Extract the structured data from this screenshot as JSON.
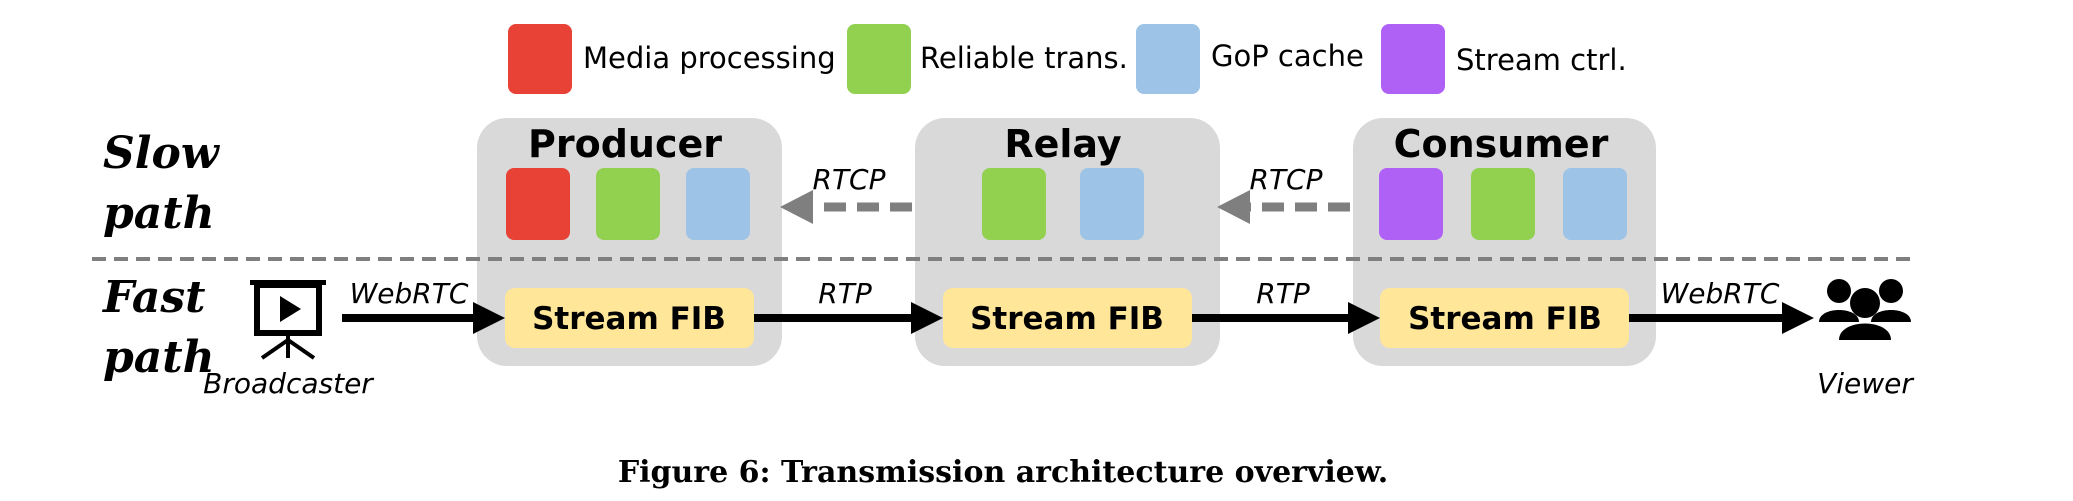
{
  "legend": [
    {
      "label": "Media processing",
      "color": "#E84135"
    },
    {
      "label": "Reliable trans.",
      "color": "#92D050"
    },
    {
      "label": "GoP cache",
      "color": "#9DC3E6"
    },
    {
      "label": "Stream ctrl.",
      "color": "#B061F5"
    }
  ],
  "paths": {
    "slow": [
      "Slow",
      "path"
    ],
    "fast": [
      "Fast",
      "path"
    ]
  },
  "nodes": {
    "producer": {
      "title": "Producer",
      "fib": "Stream FIB"
    },
    "relay": {
      "title": "Relay",
      "fib": "Stream FIB"
    },
    "consumer": {
      "title": "Consumer",
      "fib": "Stream FIB"
    }
  },
  "edges": {
    "broadcaster_to_producer": "WebRTC",
    "producer_to_relay": "RTP",
    "relay_to_consumer": "RTP",
    "consumer_to_viewer": "WebRTC",
    "relay_to_producer": "RTCP",
    "consumer_to_relay": "RTCP"
  },
  "endpoints": {
    "broadcaster": "Broadcaster",
    "viewer": "Viewer"
  },
  "caption": "Figure 6: Transmission architecture overview.",
  "colors": {
    "node_bg": "#D9D9D9",
    "fib_bg": "#FFE699",
    "arrow_solid": "#000000",
    "arrow_dashed": "#7F7F7F",
    "divider": "#7F7F7F"
  }
}
